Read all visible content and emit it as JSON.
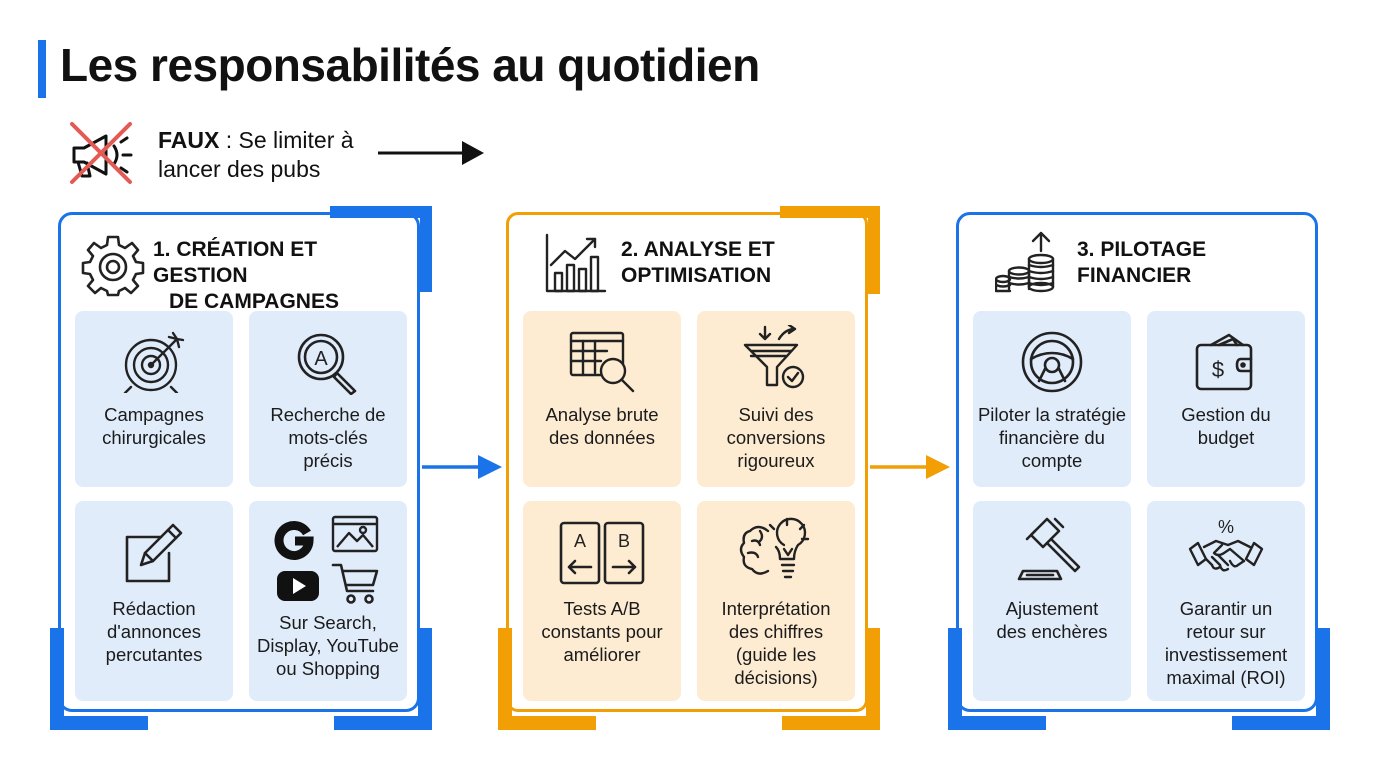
{
  "title": "Les responsabilités au quotidien",
  "faux": {
    "label": "FAUX",
    "text": " : Se limiter à",
    "text2": "lancer des pubs",
    "icon": "crossed-megaphone-icon"
  },
  "colors": {
    "blue": "#1a73e8",
    "orange": "#f29f05",
    "blue_card": "#e1ecfb",
    "orange_card": "#fdecd2"
  },
  "panels": [
    {
      "title_line1": "1. CRÉATION ET GESTION",
      "title_line2": "DE CAMPAGNES",
      "icon": "gear-icon",
      "cards": [
        {
          "lines": [
            "Campagnes",
            "chirurgicales"
          ],
          "icon": "target-icon"
        },
        {
          "lines": [
            "Recherche de",
            "mots-clés",
            "précis"
          ],
          "icon": "magnifier-a-icon"
        },
        {
          "lines": [
            "Rédaction",
            "d'annonces",
            "percutantes"
          ],
          "icon": "edit-pencil-icon"
        },
        {
          "lines": [
            "Sur Search,",
            "Display, YouTube",
            "ou Shopping"
          ],
          "icon": "platforms-icons"
        }
      ]
    },
    {
      "title_line1": "2. ANALYSE ET",
      "title_line2": "OPTIMISATION",
      "icon": "bar-chart-trend-icon",
      "cards": [
        {
          "lines": [
            "Analyse brute",
            "des données"
          ],
          "icon": "data-table-search-icon"
        },
        {
          "lines": [
            "Suivi des",
            "conversions",
            "rigoureux"
          ],
          "icon": "funnel-check-icon"
        },
        {
          "lines": [
            "Tests A/B",
            "constants pour",
            "améliorer"
          ],
          "icon": "ab-test-icon"
        },
        {
          "lines": [
            "Interprétation",
            "des chiffres",
            "(guide les",
            "décisions)"
          ],
          "icon": "brain-bulb-icon"
        }
      ]
    },
    {
      "title_line1": "3. PILOTAGE",
      "title_line2": "FINANCIER",
      "icon": "coins-arrow-icon",
      "cards": [
        {
          "lines": [
            "Piloter la stratégie",
            "financière du",
            "compte"
          ],
          "icon": "steering-wheel-icon"
        },
        {
          "lines": [
            "Gestion du",
            "budget"
          ],
          "icon": "wallet-dollar-icon"
        },
        {
          "lines": [
            "Ajustement",
            "des enchères"
          ],
          "icon": "gavel-icon"
        },
        {
          "lines": [
            "Garantir un",
            "retour sur",
            "investissement",
            "maximal (ROI)"
          ],
          "icon": "handshake-percent-icon"
        }
      ]
    }
  ]
}
